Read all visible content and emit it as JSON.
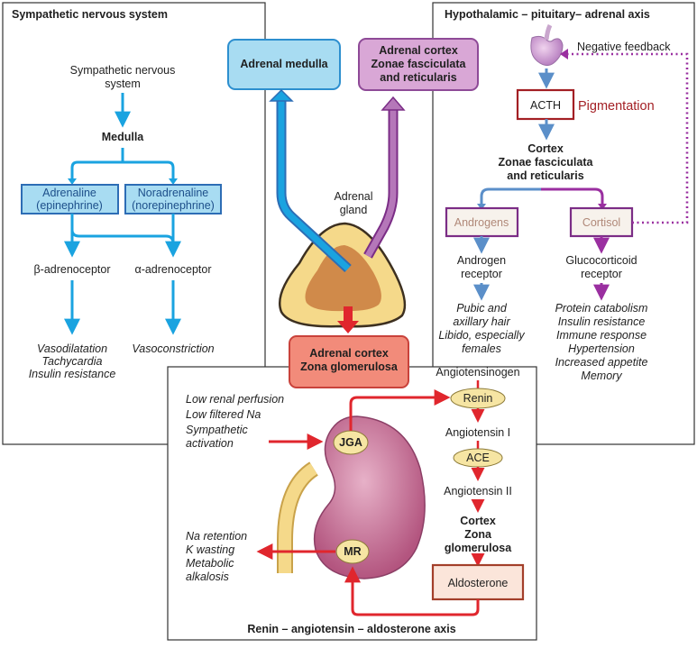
{
  "panels": {
    "sympathetic": {
      "title": "Sympathetic nervous system",
      "source_line1": "Sympathetic nervous",
      "source_line2": "system",
      "medulla": "Medulla",
      "adrenaline_line1": "Adrenaline",
      "adrenaline_line2": "(epinephrine)",
      "noradrenaline_line1": "Noradrenaline",
      "noradrenaline_line2": "(norepinephrine)",
      "beta_receptor": "β-adrenoceptor",
      "alpha_receptor": "α-adrenoceptor",
      "beta_effect1": "Vasodilatation",
      "beta_effect2": "Tachycardia",
      "beta_effect3": "Insulin resistance",
      "alpha_effect": "Vasoconstriction"
    },
    "center": {
      "medulla_box": "Adrenal medulla",
      "cortex_box_line1": "Adrenal cortex",
      "cortex_box_line2": "Zonae fasciculata",
      "cortex_box_line3": "and reticularis",
      "gland_label_line1": "Adrenal",
      "gland_label_line2": "gland",
      "glomerulosa_line1": "Adrenal cortex",
      "glomerulosa_line2": "Zona glomerulosa"
    },
    "hpa": {
      "title": "Hypothalamic – pituitary– adrenal axis",
      "negative_feedback": "Negative feedback",
      "acth": "ACTH",
      "pigmentation": "Pigmentation",
      "cortex_line1": "Cortex",
      "cortex_line2": "Zonae fasciculata",
      "cortex_line3": "and reticularis",
      "androgens": "Androgens",
      "cortisol": "Cortisol",
      "androgen_receptor_line1": "Androgen",
      "androgen_receptor_line2": "receptor",
      "gc_receptor_line1": "Glucocorticoid",
      "gc_receptor_line2": "receptor",
      "androgen_effect1": "Pubic and",
      "androgen_effect2": "axillary hair",
      "androgen_effect3": "Libido, especially",
      "androgen_effect4": "females",
      "cortisol_effect1": "Protein catabolism",
      "cortisol_effect2": "Insulin resistance",
      "cortisol_effect3": "Immune response",
      "cortisol_effect4": "Hypertension",
      "cortisol_effect5": "Increased appetite",
      "cortisol_effect6": "Memory"
    },
    "raas": {
      "title": "Renin – angiotensin – aldosterone axis",
      "stimulus1": "Low renal perfusion",
      "stimulus2": "Low filtered Na",
      "stimulus3": "Sympathetic",
      "stimulus4": "activation",
      "jga": "JGA",
      "mr": "MR",
      "angiotensinogen": "Angiotensinogen",
      "renin": "Renin",
      "angiotensin1": "Angiotensin I",
      "ace": "ACE",
      "angiotensin2": "Angiotensin II",
      "cortex_line1": "Cortex",
      "cortex_line2": "Zona",
      "cortex_line3": "glomerulosa",
      "aldosterone": "Aldosterone",
      "effect1": "Na retention",
      "effect2": "K wasting",
      "effect3": "Metabolic",
      "effect4": "alkalosis"
    }
  },
  "colors": {
    "sympathetic_blue": "#1aa3e0",
    "hpa_blue": "#5b8fc9",
    "purple": "#9a2fa0",
    "red": "#e0262d",
    "highlight_red": "#a31f24",
    "box_blue_fill": "#a8dcf2",
    "box_blue_border": "#2d6db5",
    "box_purple_fill": "#d9a7d6",
    "box_salmon_fill": "#f28b7a",
    "renin_fill": "#f6e5a3",
    "kidney_fill": "#c06a93",
    "gland_fill": "#f5d98a",
    "gland_core": "#d08a4a"
  }
}
